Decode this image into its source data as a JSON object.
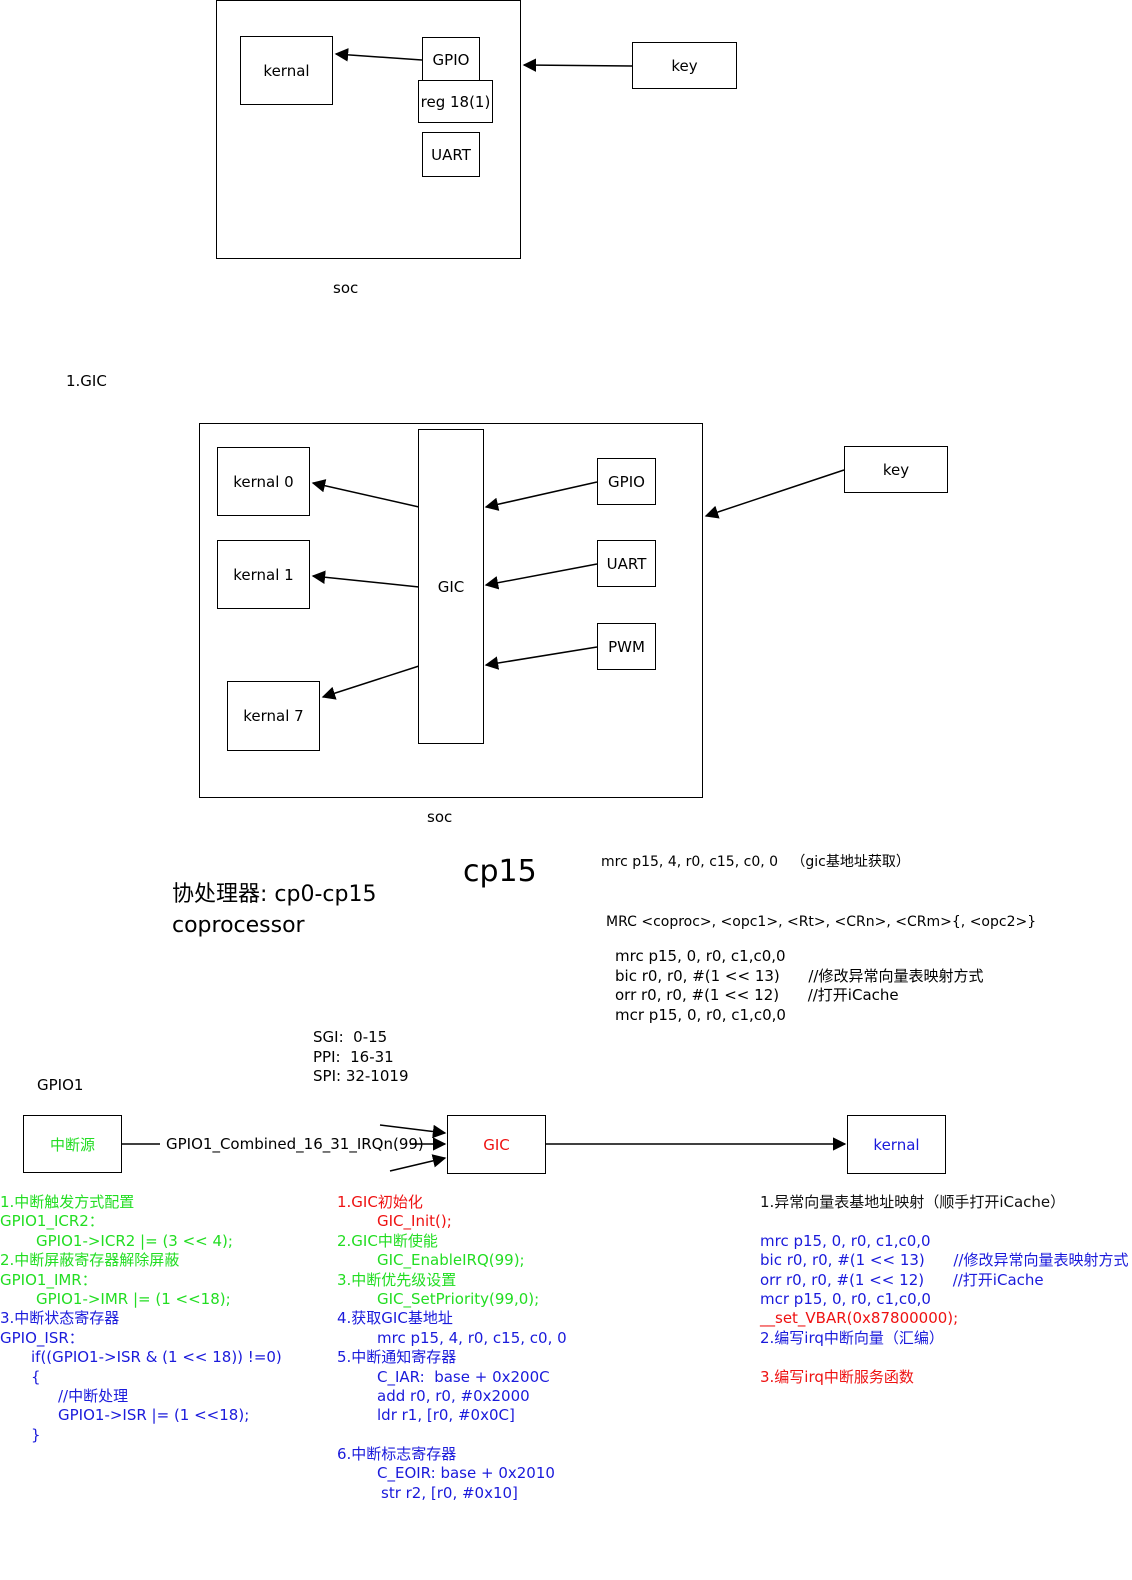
{
  "diagram1": {
    "boxes": {
      "kernal": "kernal",
      "gpio": "GPIO",
      "reg": "reg 18(1)",
      "uart": "UART",
      "key": "key"
    },
    "soc_label": "soc"
  },
  "section_title": "1.GIC",
  "diagram2": {
    "boxes": {
      "kernal0": "kernal 0",
      "kernal1": "kernal 1",
      "kernal7": "kernal 7",
      "gic": "GIC",
      "gpio": "GPIO",
      "uart": "UART",
      "pwm": "PWM",
      "key": "key"
    },
    "soc_label": "soc"
  },
  "coprocessor": {
    "line1": "协处理器: cp0-cp15",
    "line2": "coprocessor",
    "cp15": "cp15",
    "mrc_gic": "mrc p15, 4, r0, c15, c0, 0   （gic基地址获取）",
    "mrc_syntax": "MRC <coproc>, <opc1>, <Rt>, <CRn>, <CRm>{, <opc2>}",
    "code": [
      "mrc p15, 0, r0, c1,c0,0",
      "bic r0, r0, #(1 << 13)      //修改异常向量表映射方式",
      "orr r0, r0, #(1 << 12)      //打开iCache",
      "mcr p15, 0, r0, c1,c0,0"
    ]
  },
  "irq_ranges": [
    "SGI:  0-15",
    "PPI:  16-31",
    "SPI: 32-1019"
  ],
  "diagram3": {
    "gpio_label": "GPIO1",
    "source_box": "中断源",
    "irq_label": "GPIO1_Combined_16_31_IRQn(99)",
    "gic_box": "GIC",
    "kernal_box": "kernal"
  },
  "gpio_notes": [
    {
      "text": "1.中断触发方式配置",
      "color": "green",
      "indent": 0
    },
    {
      "text": "GPIO1_ICR2：",
      "color": "green",
      "indent": 0
    },
    {
      "text": "GPIO1->ICR2 |= (3 << 4);",
      "color": "green",
      "indent": 36
    },
    {
      "text": "2.中断屏蔽寄存器解除屏蔽",
      "color": "green",
      "indent": 0
    },
    {
      "text": "GPIO1_IMR：",
      "color": "green",
      "indent": 0
    },
    {
      "text": "GPIO1->IMR |= (1 <<18);",
      "color": "green",
      "indent": 36
    },
    {
      "text": "3.中断状态寄存器",
      "color": "blue",
      "indent": 0
    },
    {
      "text": "GPIO_ISR：",
      "color": "blue",
      "indent": 0
    },
    {
      "text": "if((GPIO1->ISR & (1 << 18)) !=0)",
      "color": "blue",
      "indent": 31
    },
    {
      "text": "{",
      "color": "blue",
      "indent": 31
    },
    {
      "text": "//中断处理",
      "color": "blue",
      "indent": 58
    },
    {
      "text": "GPIO1->ISR |= (1 <<18);",
      "color": "blue",
      "indent": 58
    },
    {
      "text": "}",
      "color": "blue",
      "indent": 31
    }
  ],
  "gic_notes": [
    {
      "text": "1.GIC初始化",
      "color": "red",
      "indent": 0
    },
    {
      "text": "GIC_Init();",
      "color": "red",
      "indent": 40
    },
    {
      "text": "2.GIC中断使能",
      "color": "green",
      "indent": 0
    },
    {
      "text": "GIC_EnableIRQ(99);",
      "color": "green",
      "indent": 40
    },
    {
      "text": "3.中断优先级设置",
      "color": "green",
      "indent": 0
    },
    {
      "text": "GIC_SetPriority(99,0);",
      "color": "green",
      "indent": 40
    },
    {
      "text": "4.获取GIC基地址",
      "color": "blue",
      "indent": 0
    },
    {
      "text": "mrc p15, 4, r0, c15, c0, 0",
      "color": "blue",
      "indent": 40
    },
    {
      "text": "5.中断通知寄存器",
      "color": "blue",
      "indent": 0
    },
    {
      "text": "C_IAR:  base + 0x200C",
      "color": "blue",
      "indent": 40
    },
    {
      "text": "add r0, r0, #0x2000",
      "color": "blue",
      "indent": 40
    },
    {
      "text": "ldr r1, [r0, #0x0C]",
      "color": "blue",
      "indent": 40
    },
    {
      "text": "",
      "color": "blue",
      "indent": 0
    },
    {
      "text": "6.中断标志寄存器",
      "color": "blue",
      "indent": 0
    },
    {
      "text": "C_EOIR: base + 0x2010",
      "color": "blue",
      "indent": 40
    },
    {
      "text": "str r2, [r0, #0x10]",
      "color": "blue",
      "indent": 44
    }
  ],
  "kernal_notes": [
    {
      "text": "1.异常向量表基地址映射（顺手打开iCache）",
      "color": "black"
    },
    {
      "text": "",
      "color": "black"
    },
    {
      "text": "mrc p15, 0, r0, c1,c0,0",
      "color": "blue"
    },
    {
      "text": "bic r0, r0, #(1 << 13)      //修改异常向量表映射方式",
      "color": "blue"
    },
    {
      "text": "orr r0, r0, #(1 << 12)      //打开iCache",
      "color": "blue"
    },
    {
      "text": "mcr p15, 0, r0, c1,c0,0",
      "color": "blue"
    },
    {
      "text": "__set_VBAR(0x87800000);",
      "color": "red"
    },
    {
      "text": "2.编写irq中断向量（汇编）",
      "color": "blue"
    },
    {
      "text": "",
      "color": "blue"
    },
    {
      "text": "3.编写irq中断服务函数",
      "color": "red"
    }
  ]
}
